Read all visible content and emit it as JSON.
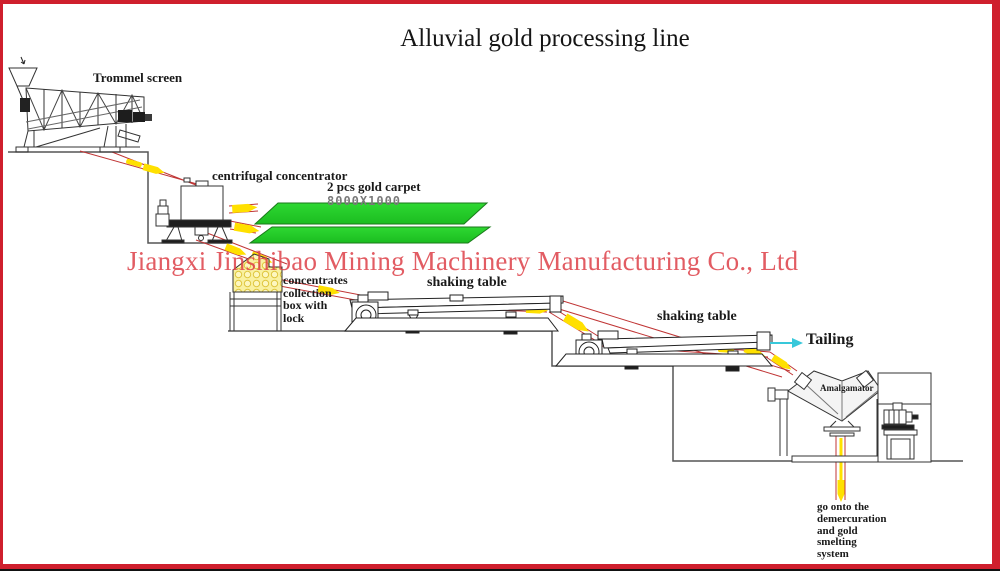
{
  "title": "Alluvial gold processing line",
  "watermark": "Jiangxi Jinshibao Mining Machinery Manufacturing Co., Ltd",
  "equipment": {
    "trommel": {
      "label": "Trommel screen"
    },
    "centrifugal": {
      "label": "centrifugal concentrator"
    },
    "gold_carpet": {
      "label": "2 pcs gold carpet",
      "size": "8000X1000"
    },
    "concentrates_box": {
      "label_lines": [
        "concentrates",
        "collection",
        "box with",
        "lock"
      ]
    },
    "shaking_table_1": {
      "label": "shaking table"
    },
    "shaking_table_2": {
      "label": "shaking table"
    },
    "tailing": {
      "label": "Tailing"
    },
    "amalgamator": {
      "label": "Amalgamator"
    },
    "smelting": {
      "label_lines": [
        "go onto the",
        "demercuration",
        "and gold",
        "smelting",
        "system"
      ]
    }
  },
  "colors": {
    "frame_red": "#cf1f2d",
    "flow_red": "#c03535",
    "arrow_yellow": "#ffe000",
    "carpet_green": "#27d02b",
    "tailing_cyan": "#38c8da",
    "watermark_red": "#dd4048",
    "box_yellow": "#f9f1a0"
  }
}
